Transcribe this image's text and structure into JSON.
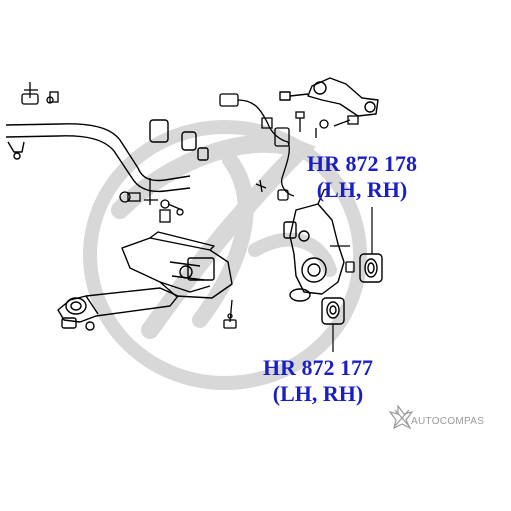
{
  "labels": {
    "upper": {
      "code": "HR 872 178",
      "side": "(LH, RH)"
    },
    "lower": {
      "code": "HR 872 177",
      "side": "(LH, RH)"
    }
  },
  "watermark": {
    "brand": "AUTOCOMPAS"
  },
  "colors": {
    "label_blue": "#1a1fc4",
    "line": "#000000",
    "watermark": "#d9d9d9"
  }
}
